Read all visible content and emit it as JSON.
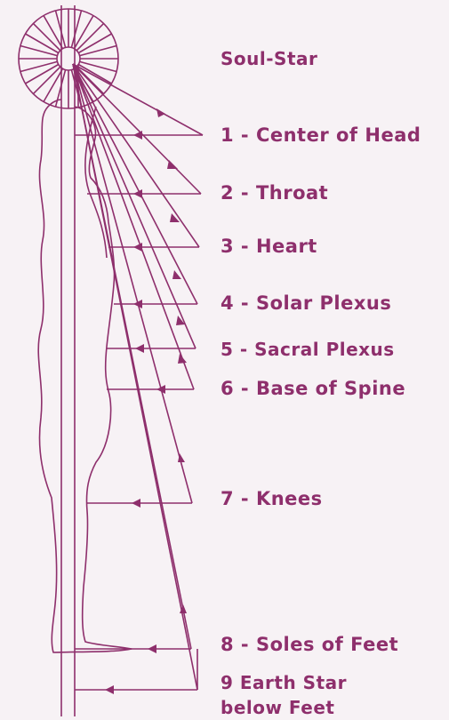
{
  "labels": {
    "soul_star": "Soul-Star",
    "center_of_head": "1 - Center of Head",
    "throat": "2 - Throat",
    "heart": "3 - Heart",
    "solar_plexus": "4 - Solar Plexus",
    "sacral_plexus": "5 - Sacral Plexus",
    "base_of_spine": "6 - Base of Spine",
    "knees": "7 - Knees",
    "soles_of_feet": "8 - Soles of Feet",
    "earth_star_line1": "9 Earth Star",
    "earth_star_line2": "below Feet"
  },
  "colors": {
    "line": "#8e2f6c",
    "text": "#8e2f6c",
    "background": "#f7f2f5"
  }
}
